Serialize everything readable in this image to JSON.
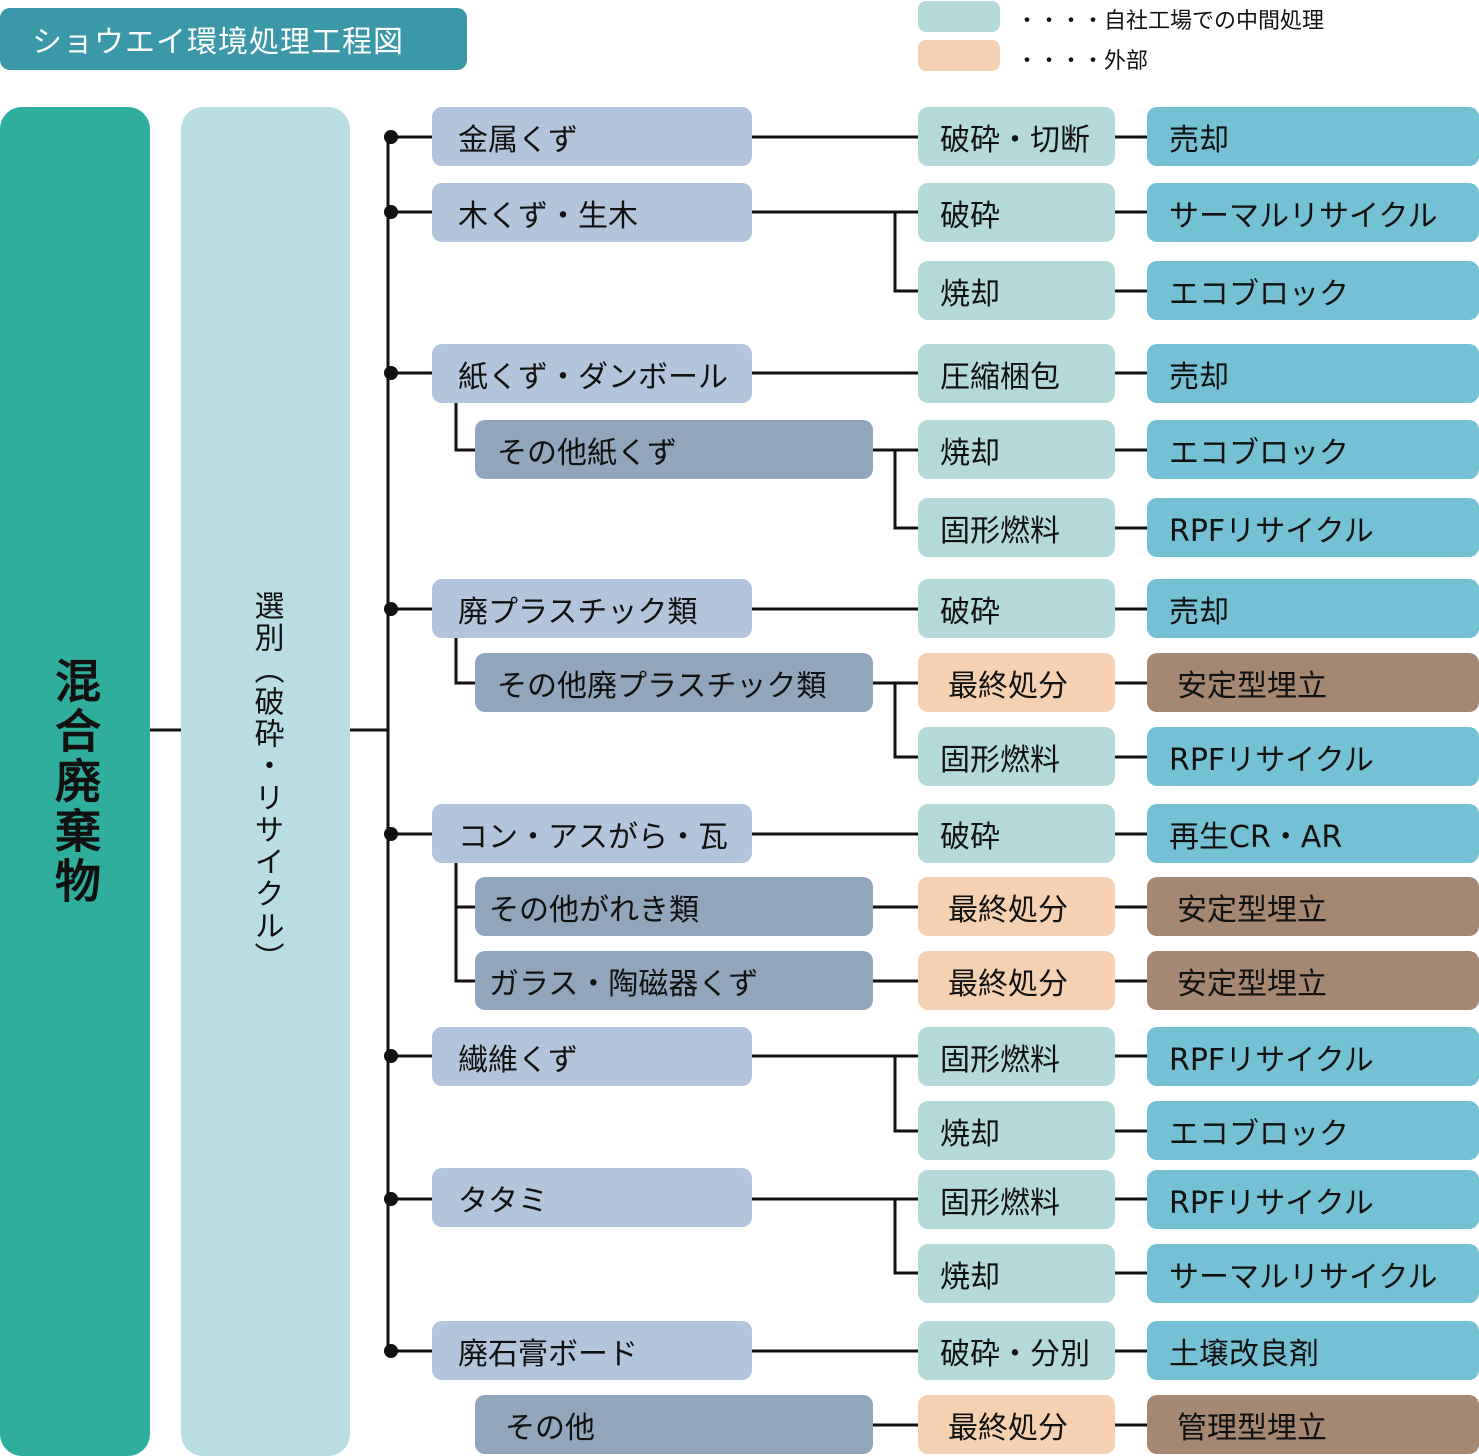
{
  "title": "ショウエイ環境処理工程図",
  "legend": {
    "internal": {
      "label": "・・・・自社工場での中間処理",
      "color": "#b4d9d9"
    },
    "external": {
      "label": "・・・・外部",
      "color": "#f5d1b1"
    }
  },
  "mixed_waste": "混合廃棄物",
  "sorting": "選別（破砕・リサイクル）",
  "categories": {
    "metal": "金属くず",
    "wood": "木くず・生木",
    "paper": "紙くず・ダンボール",
    "paper_other": "その他紙くず",
    "plastic": "廃プラスチック類",
    "plastic_other": "その他廃プラスチック類",
    "concrete": "コン・アスがら・瓦",
    "rubble_other": "その他がれき類",
    "glass": "ガラス・陶磁器くず",
    "fiber": "繊維くず",
    "tatami": "タタミ",
    "gypsum": "廃石膏ボード",
    "other": "その他"
  },
  "processes": {
    "p1": "破砕・切断",
    "p2": "破砕",
    "p3": "焼却",
    "p4": "圧縮梱包",
    "p5": "焼却",
    "p6": "固形燃料",
    "p7": "破砕",
    "p8": "最終処分",
    "p9": "固形燃料",
    "p10": "破砕",
    "p11": "最終処分",
    "p12": "最終処分",
    "p13": "固形燃料",
    "p14": "焼却",
    "p15": "固形燃料",
    "p16": "焼却",
    "p17": "破砕・分別",
    "p18": "最終処分"
  },
  "results": {
    "r1": "売却",
    "r2": "サーマルリサイクル",
    "r3": "エコブロック",
    "r4": "売却",
    "r5": "エコブロック",
    "r6": "RPFリサイクル",
    "r7": "売却",
    "r8": "安定型埋立",
    "r9": "RPFリサイクル",
    "r10": "再生CR・AR",
    "r11": "安定型埋立",
    "r12": "安定型埋立",
    "r13": "RPFリサイクル",
    "r14": "エコブロック",
    "r15": "RPFリサイクル",
    "r16": "サーマルリサイクル",
    "r17": "土壌改良剤",
    "r18": "管理型埋立"
  }
}
